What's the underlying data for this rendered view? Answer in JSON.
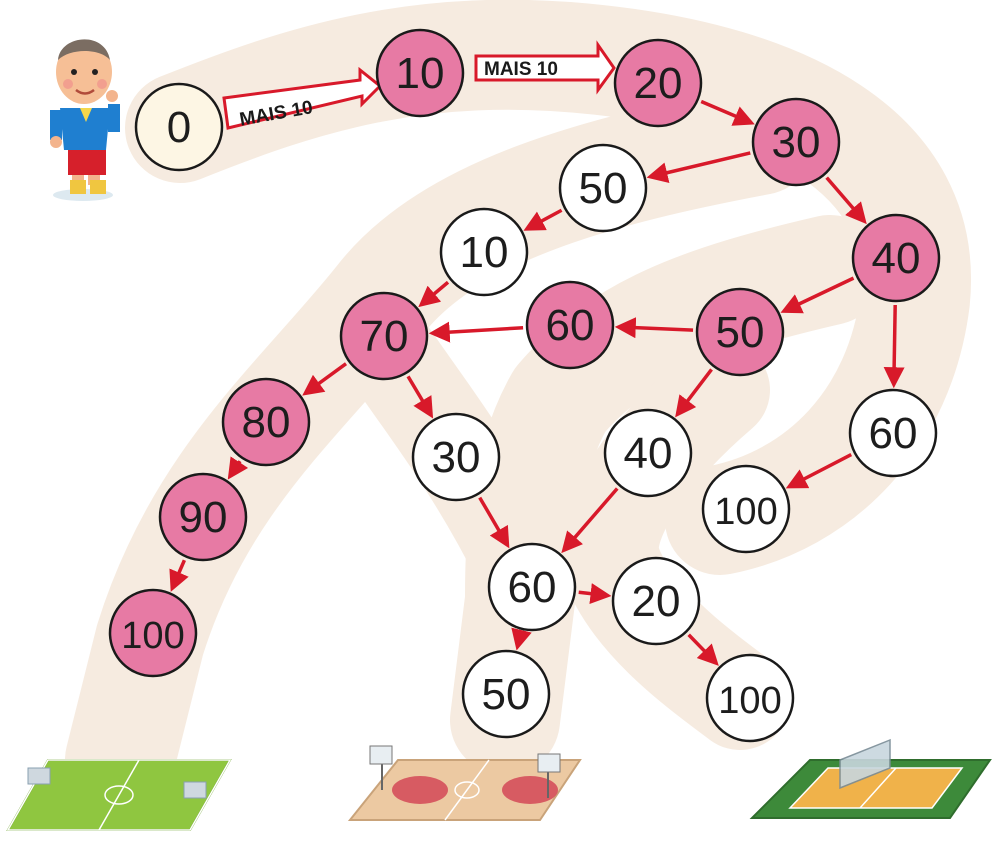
{
  "game": {
    "arrow_labels": [
      "MAIS 10",
      "MAIS 10"
    ],
    "colors": {
      "path": "#f6ebe0",
      "pink": "#e77aa4",
      "white": "#ffffff",
      "start": "#fdf6e4",
      "arrow": "#d8192a"
    },
    "nodes": [
      {
        "id": "n0",
        "label": "0",
        "fill": "start"
      },
      {
        "id": "n10a",
        "label": "10",
        "fill": "pink"
      },
      {
        "id": "n20a",
        "label": "20",
        "fill": "pink"
      },
      {
        "id": "n30a",
        "label": "30",
        "fill": "pink"
      },
      {
        "id": "n50a",
        "label": "50",
        "fill": "white"
      },
      {
        "id": "n10b",
        "label": "10",
        "fill": "white"
      },
      {
        "id": "n40a",
        "label": "40",
        "fill": "pink"
      },
      {
        "id": "n70",
        "label": "70",
        "fill": "pink"
      },
      {
        "id": "n60a",
        "label": "60",
        "fill": "pink"
      },
      {
        "id": "n50b",
        "label": "50",
        "fill": "pink"
      },
      {
        "id": "n80",
        "label": "80",
        "fill": "pink"
      },
      {
        "id": "n30b",
        "label": "30",
        "fill": "white"
      },
      {
        "id": "n40b",
        "label": "40",
        "fill": "white"
      },
      {
        "id": "n60b",
        "label": "60",
        "fill": "white"
      },
      {
        "id": "n100a",
        "label": "100",
        "fill": "white"
      },
      {
        "id": "n90",
        "label": "90",
        "fill": "pink"
      },
      {
        "id": "n60c",
        "label": "60",
        "fill": "white"
      },
      {
        "id": "n20b",
        "label": "20",
        "fill": "white"
      },
      {
        "id": "n100b",
        "label": "100",
        "fill": "pink"
      },
      {
        "id": "n50c",
        "label": "50",
        "fill": "white"
      },
      {
        "id": "n100c",
        "label": "100",
        "fill": "white"
      }
    ],
    "edges": [
      [
        "n20a",
        "n30a"
      ],
      [
        "n30a",
        "n50a"
      ],
      [
        "n50a",
        "n10b"
      ],
      [
        "n10b",
        "n70"
      ],
      [
        "n30a",
        "n40a"
      ],
      [
        "n40a",
        "n50b"
      ],
      [
        "n40a",
        "n60b"
      ],
      [
        "n50b",
        "n60a"
      ],
      [
        "n60a",
        "n70"
      ],
      [
        "n70",
        "n80"
      ],
      [
        "n70",
        "n30b"
      ],
      [
        "n80",
        "n90"
      ],
      [
        "n90",
        "n100b"
      ],
      [
        "n30b",
        "n60c"
      ],
      [
        "n50b",
        "n40b"
      ],
      [
        "n40b",
        "n60c"
      ],
      [
        "n60c",
        "n20b"
      ],
      [
        "n60c",
        "n50c"
      ],
      [
        "n20b",
        "n100c"
      ],
      [
        "n60b",
        "n100a"
      ]
    ],
    "courts": [
      {
        "name": "soccer-field"
      },
      {
        "name": "basketball-court"
      },
      {
        "name": "volleyball-court"
      }
    ]
  }
}
